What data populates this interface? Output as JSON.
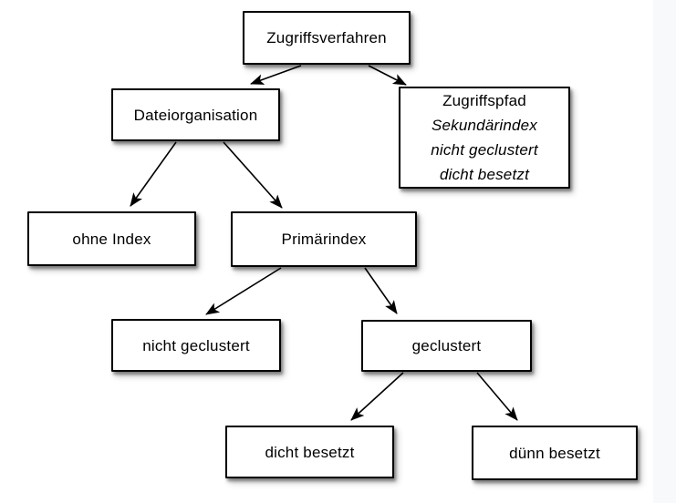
{
  "diagram": {
    "nodes": {
      "root": {
        "label": "Zugriffsverfahren"
      },
      "dateiorganisation": {
        "label": "Dateiorganisation"
      },
      "zugriffspfad": {
        "line1": "Zugriffspfad",
        "line2": "Sekundärindex",
        "line3": "nicht geclustert",
        "line4": "dicht besetzt"
      },
      "ohne_index": {
        "label": "ohne Index"
      },
      "primaerindex": {
        "label": "Primärindex"
      },
      "nicht_geclustert": {
        "label": "nicht geclustert"
      },
      "geclustert": {
        "label": "geclustert"
      },
      "dicht_besetzt": {
        "label": "dicht besetzt"
      },
      "duenn_besetzt": {
        "label": "dünn besetzt"
      }
    },
    "edges": [
      {
        "from": "root",
        "to": "dateiorganisation"
      },
      {
        "from": "root",
        "to": "zugriffspfad"
      },
      {
        "from": "dateiorganisation",
        "to": "ohne_index"
      },
      {
        "from": "dateiorganisation",
        "to": "primaerindex"
      },
      {
        "from": "primaerindex",
        "to": "nicht_geclustert"
      },
      {
        "from": "primaerindex",
        "to": "geclustert"
      },
      {
        "from": "geclustert",
        "to": "dicht_besetzt"
      },
      {
        "from": "geclustert",
        "to": "duenn_besetzt"
      }
    ],
    "colors": {
      "box_border": "#000000",
      "box_fill": "#ffffff",
      "text": "#000000",
      "background": "#ffffff",
      "right_strip": "#f8f9fa"
    }
  }
}
